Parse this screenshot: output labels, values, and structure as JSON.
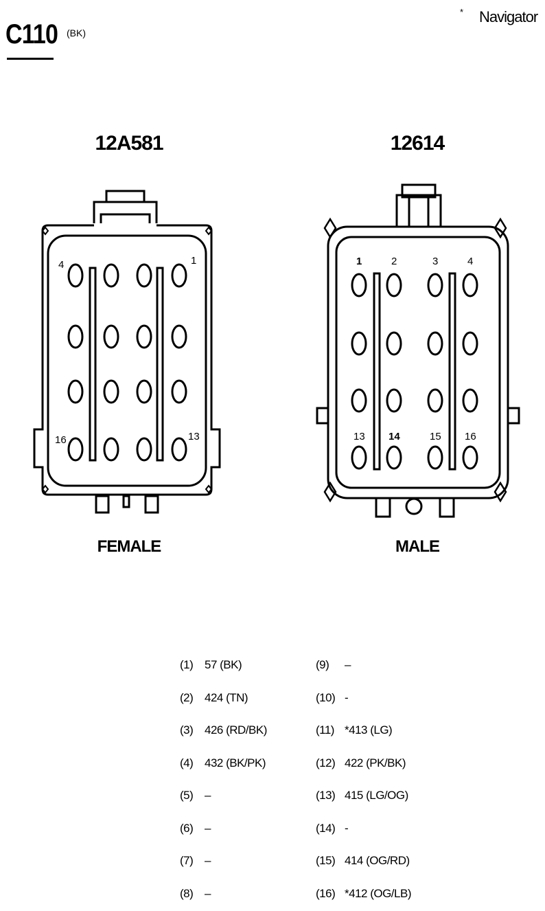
{
  "header": {
    "connector_id": "C110",
    "connector_color": "(BK)",
    "note_marker": "*",
    "note_text": "Navigator"
  },
  "female": {
    "part_number": "12A581",
    "label": "FEMALE",
    "pin_labels": [
      "4",
      "1",
      "16",
      "13"
    ]
  },
  "male": {
    "part_number": "12614",
    "label": "MALE",
    "pin_labels": [
      "1",
      "2",
      "3",
      "4",
      "13",
      "14",
      "15",
      "16"
    ]
  },
  "pins_left": [
    {
      "num": "(1)",
      "wire": "57 (BK)"
    },
    {
      "num": "(2)",
      "wire": "424 (TN)"
    },
    {
      "num": "(3)",
      "wire": "426 (RD/BK)"
    },
    {
      "num": "(4)",
      "wire": "432 (BK/PK)"
    },
    {
      "num": "(5)",
      "wire": "–"
    },
    {
      "num": "(6)",
      "wire": "–"
    },
    {
      "num": "(7)",
      "wire": "–"
    },
    {
      "num": "(8)",
      "wire": "–"
    }
  ],
  "pins_right": [
    {
      "num": "(9)",
      "wire": "–"
    },
    {
      "num": "(10)",
      "wire": "-"
    },
    {
      "num": "(11)",
      "wire": "*413 (LG)"
    },
    {
      "num": "(12)",
      "wire": "422 (PK/BK)"
    },
    {
      "num": "(13)",
      "wire": "415 (LG/OG)"
    },
    {
      "num": "(14)",
      "wire": "-"
    },
    {
      "num": "(15)",
      "wire": "414 (OG/RD)"
    },
    {
      "num": "(16)",
      "wire": "*412 (OG/LB)"
    }
  ]
}
